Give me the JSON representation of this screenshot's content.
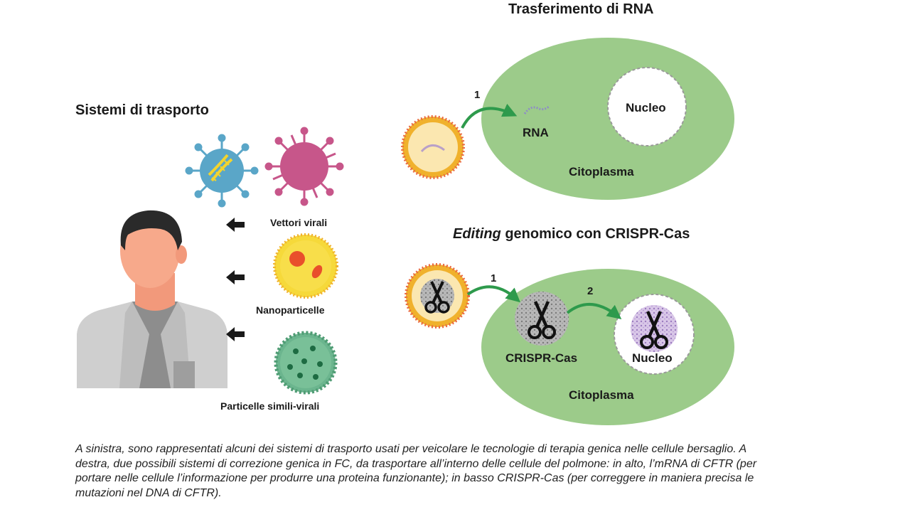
{
  "left_panel": {
    "title": "Sistemi di trasporto",
    "labels": {
      "viral_vectors": "Vettori virali",
      "nanoparticles": "Nanoparticelle",
      "vlp": "Particelle simili-virali"
    }
  },
  "top_panel": {
    "title": "Trasferimento di RNA",
    "step": "1",
    "rna": "RNA",
    "nucleus": "Nucleo",
    "cytoplasm": "Citoplasma"
  },
  "bottom_panel": {
    "title_italic": "Editing",
    "title_rest": " genomico con CRISPR-Cas",
    "step1": "1",
    "step2": "2",
    "crispr": "CRISPR-Cas",
    "nucleus": "Nucleo",
    "cytoplasm": "Citoplasma"
  },
  "caption": "A sinistra, sono rappresentati alcuni dei sistemi di trasporto usati per veicolare le tecnologie di terapia genica nelle cellule bersaglio. A destra, due possibili sistemi di correzione genica in FC, da trasportare all’interno delle cellule del polmone: in alto, l’mRNA di CFTR (per portare nelle cellule l’informazione per produrre una proteina funzionante); in basso CRISPR-Cas (per correggere in maniera precisa le mutazioni nel DNA di CFTR).",
  "colors": {
    "cell": "#9ccb8a",
    "arrow": "#2e9a4c",
    "virus_blue": "#5aa6c8",
    "virus_pink": "#c7568a",
    "nano": "#f3d42d",
    "vlp": "#6bb58e",
    "shirt": "#c9c9c9",
    "skin": "#f7a98b",
    "hair": "#2a2a2a"
  }
}
